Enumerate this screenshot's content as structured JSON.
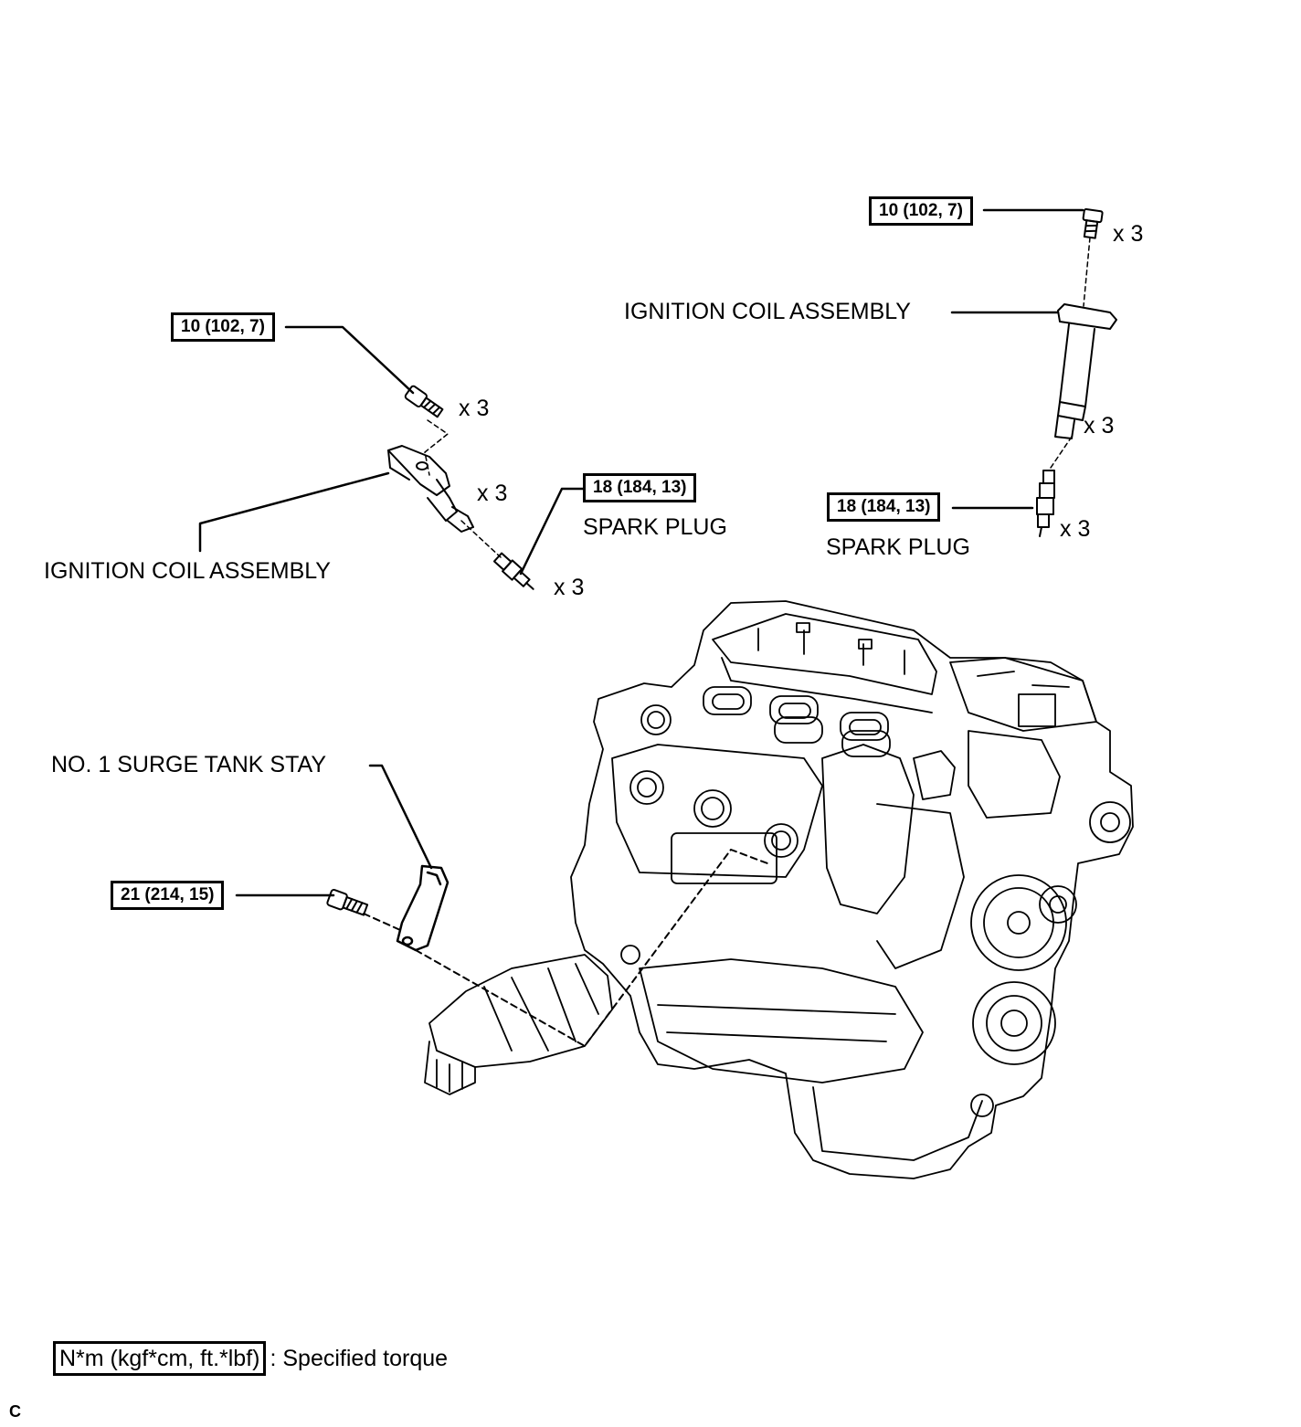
{
  "labels": {
    "ignition_coil_right": "IGNITION COIL ASSEMBLY",
    "ignition_coil_left": "IGNITION COIL ASSEMBLY",
    "spark_plug_left": "SPARK PLUG",
    "spark_plug_right": "SPARK PLUG",
    "surge_tank_stay": "NO. 1 SURGE TANK STAY"
  },
  "torques": {
    "coil_bolt_left": "10 (102, 7)",
    "coil_bolt_right": "10 (102, 7)",
    "spark_plug_left": "18 (184, 13)",
    "spark_plug_right": "18 (184, 13)",
    "stay_bolt": "21 (214, 15)"
  },
  "quantities": {
    "left_bolt": "x 3",
    "left_coil": "x 3",
    "left_plug": "x 3",
    "right_bolt": "x 3",
    "right_coil": "x 3",
    "right_plug": "x 3"
  },
  "legend": {
    "unit_box": "N*m (kgf*cm, ft.*lbf)",
    "description": ": Specified torque"
  },
  "figure_code": "C"
}
